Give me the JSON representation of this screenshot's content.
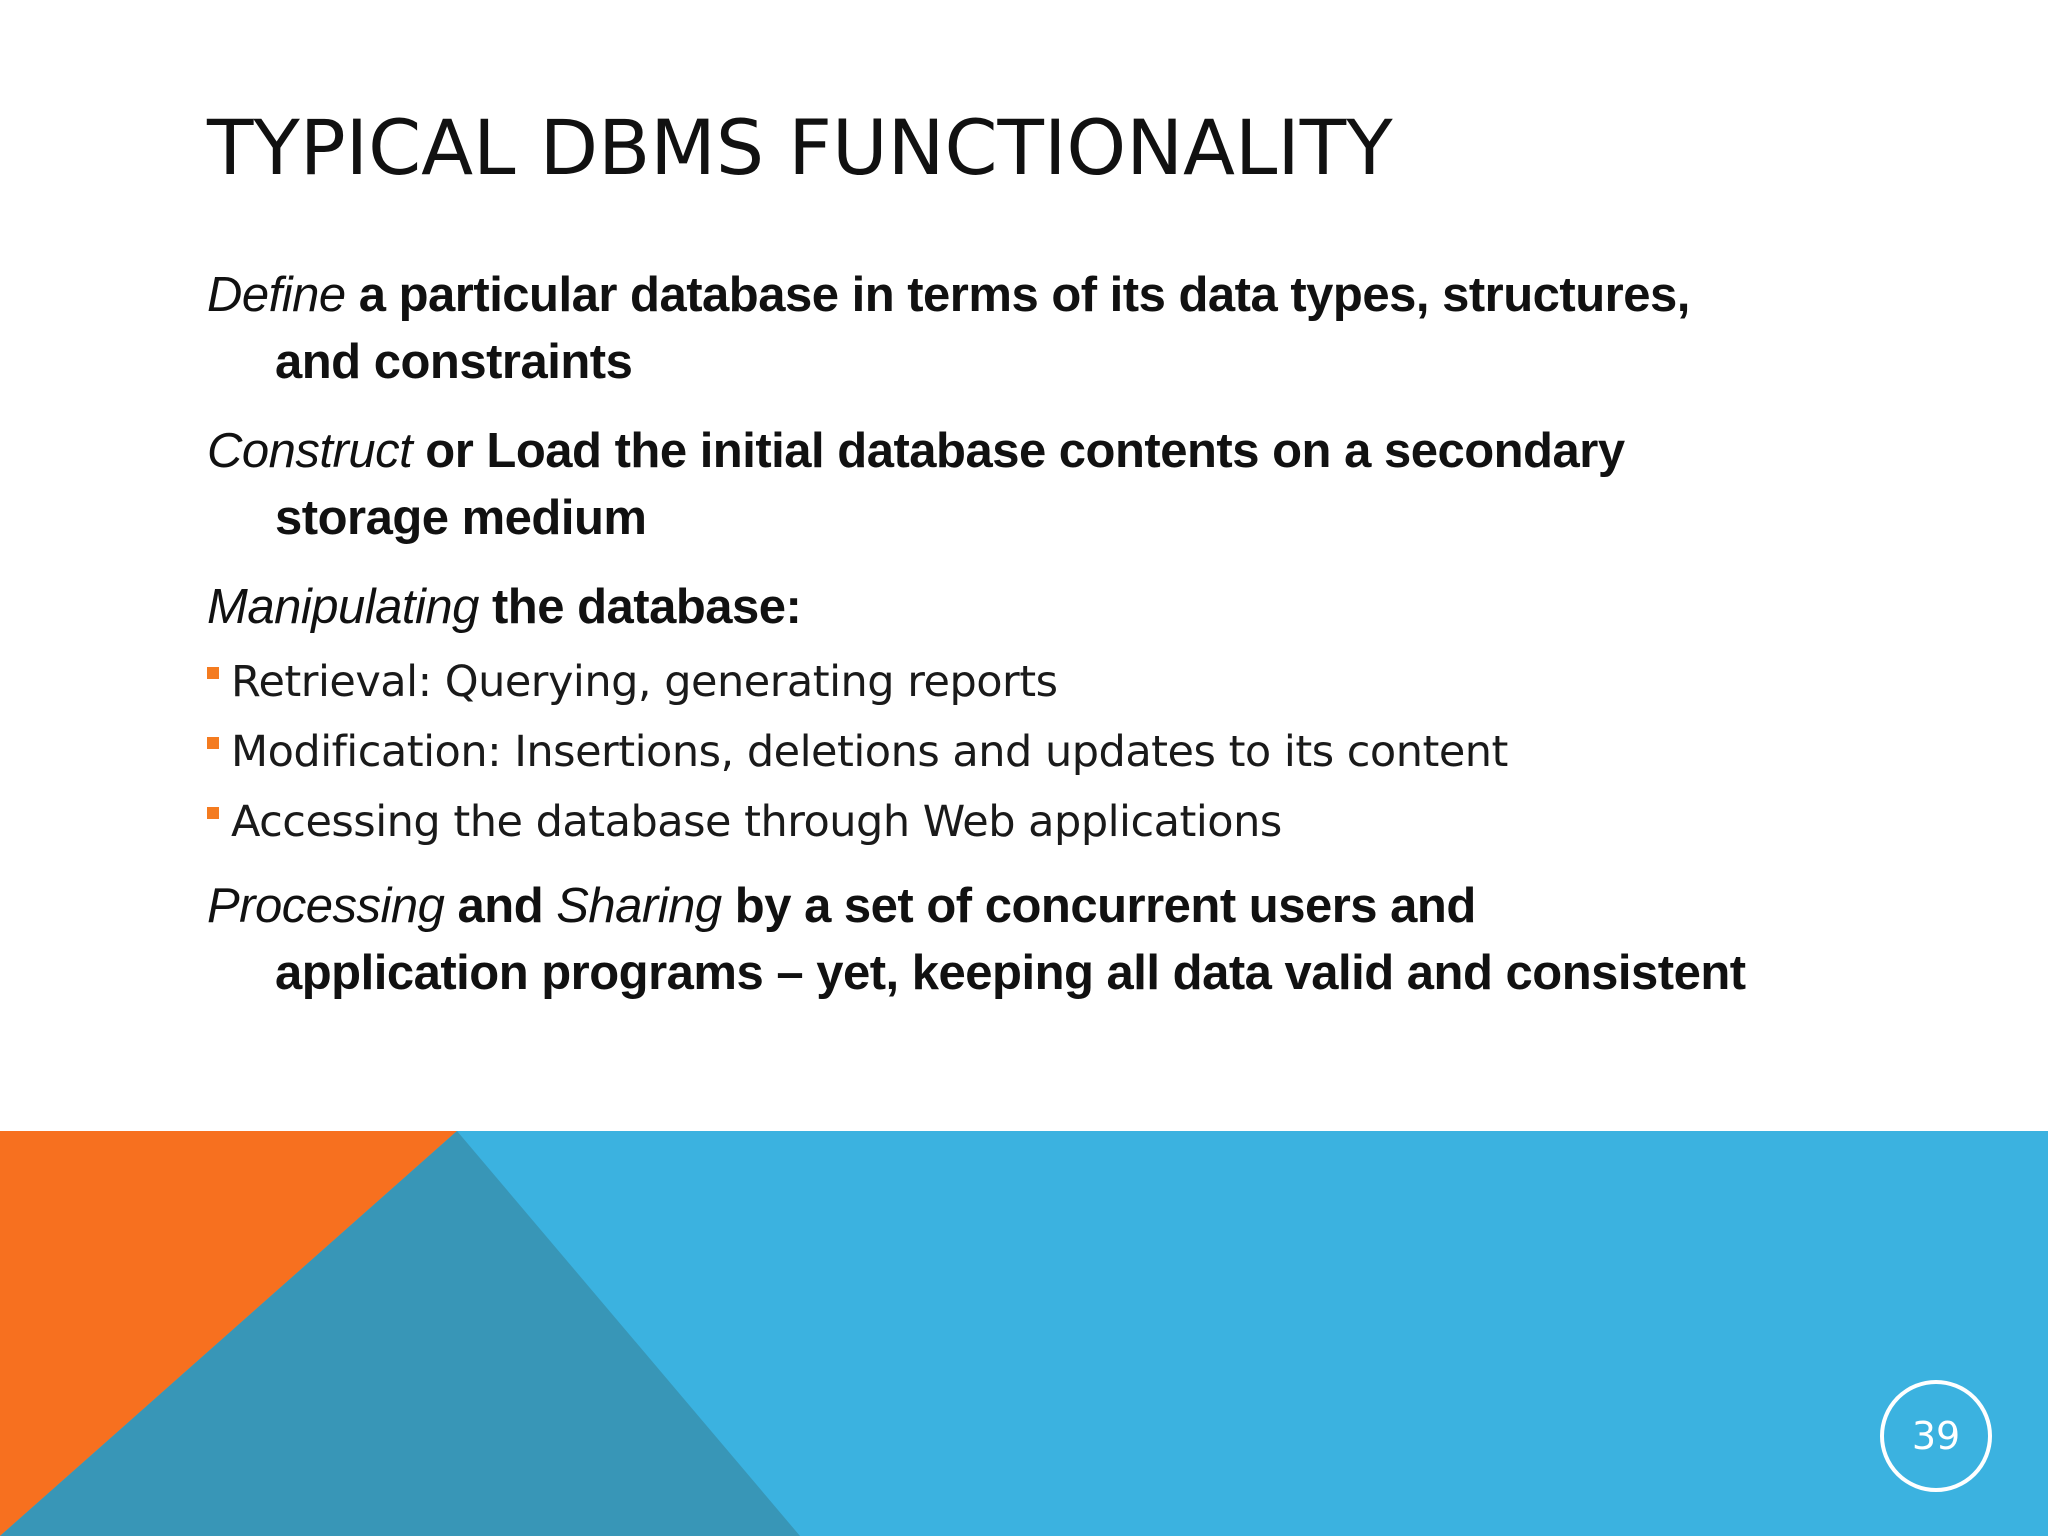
{
  "slide": {
    "title": "TYPICAL DBMS FUNCTIONALITY",
    "page_number": "39",
    "paragraphs": {
      "define": {
        "em": "Define",
        "rest": " a particular database in terms of its data types, structures,",
        "cont": "and constraints"
      },
      "construct": {
        "em": "Construct",
        "rest": " or Load the initial database contents on a secondary",
        "cont": "storage medium"
      },
      "manipulating": {
        "em": "Manipulating",
        "rest": " the database:"
      },
      "sub_items": [
        "Retrieval: Querying, generating reports",
        "Modification: Insertions, deletions and updates to its content",
        "Accessing the database through Web applications"
      ],
      "processing": {
        "em1": "Processing",
        "mid": " and ",
        "em2": "Sharing",
        "rest": " by a set of concurrent users and",
        "cont": "application programs – yet, keeping all data valid and consistent"
      }
    },
    "colors": {
      "band_blue": "#3bb2e0",
      "band_orange": "#f7701f",
      "band_teal": "#3896b7",
      "bullet": "#f47b20"
    }
  }
}
